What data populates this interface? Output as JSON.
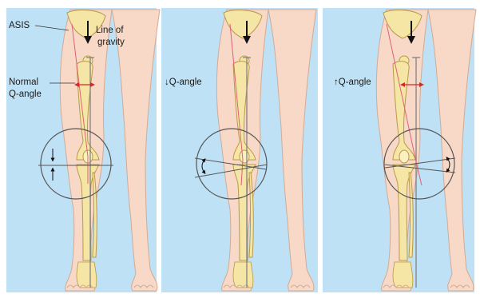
{
  "labels": {
    "asis": "ASIS",
    "line_of_gravity_1": "Line of",
    "line_of_gravity_2": "gravity",
    "normal_q_angle_1": "Normal",
    "normal_q_angle_2": "Q-angle",
    "decreased_q_angle": "↓Q-angle",
    "increased_q_angle": "↑Q-angle"
  },
  "colors": {
    "background": "#bfe1f5",
    "skin": "#f8d8c6",
    "skin_outline": "#d4aa93",
    "bone": "#f6e6a6",
    "bone_outline": "#b89a4a",
    "quad_line": "#e0607a",
    "angle_arrow": "#d8262a",
    "gravity_line": "#7a7a7a",
    "circle": "#555555"
  }
}
